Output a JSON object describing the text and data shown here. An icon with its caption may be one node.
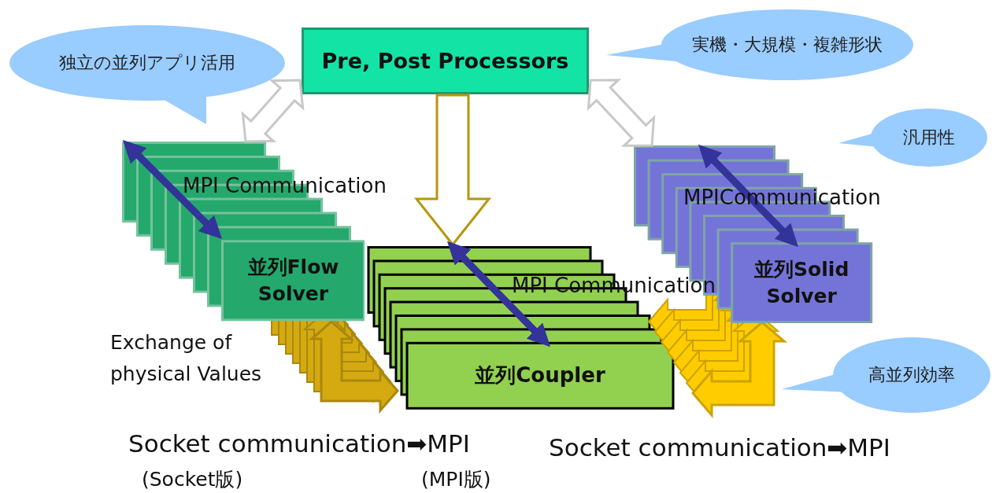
{
  "diagram": {
    "nodes": [
      {
        "text": [
          "独立の並列アプリ活用"
        ]
      },
      {
        "text": [
          "Pre, Post Processors"
        ]
      },
      {
        "text": [
          "実機・大規模・複雑形状"
        ]
      },
      {
        "text": [
          "汎用性"
        ]
      },
      {
        "text": [
          "並列Flow Solver"
        ]
      },
      {
        "text": [
          "並列Solid Solver"
        ]
      },
      {
        "text": [
          "並列Coupler"
        ]
      },
      {
        "text": [
          "高並列効率"
        ]
      }
    ],
    "edges": [
      {
        "from": 1,
        "to": 4,
        "arrow": "both",
        "color": "#c8c8c8"
      },
      {
        "from": 1,
        "to": 6,
        "arrow": "to",
        "color": "#b8960c"
      },
      {
        "from": 1,
        "to": 5,
        "arrow": "both",
        "color": "#c8c8c8"
      },
      {
        "from": 4,
        "to": 6,
        "arrow": "both",
        "color": "#d4aa10"
      },
      {
        "from": 5,
        "to": 6,
        "arrow": "both",
        "color": "#ffcc00"
      }
    ],
    "labels": [
      "MPI Communication",
      "MPICommunication",
      "MPI Communication",
      "Exchange of physical Values",
      "Socket communication➡MPI",
      "Socket communication➡MPI",
      "(Socket版)",
      "(MPI版)"
    ]
  }
}
